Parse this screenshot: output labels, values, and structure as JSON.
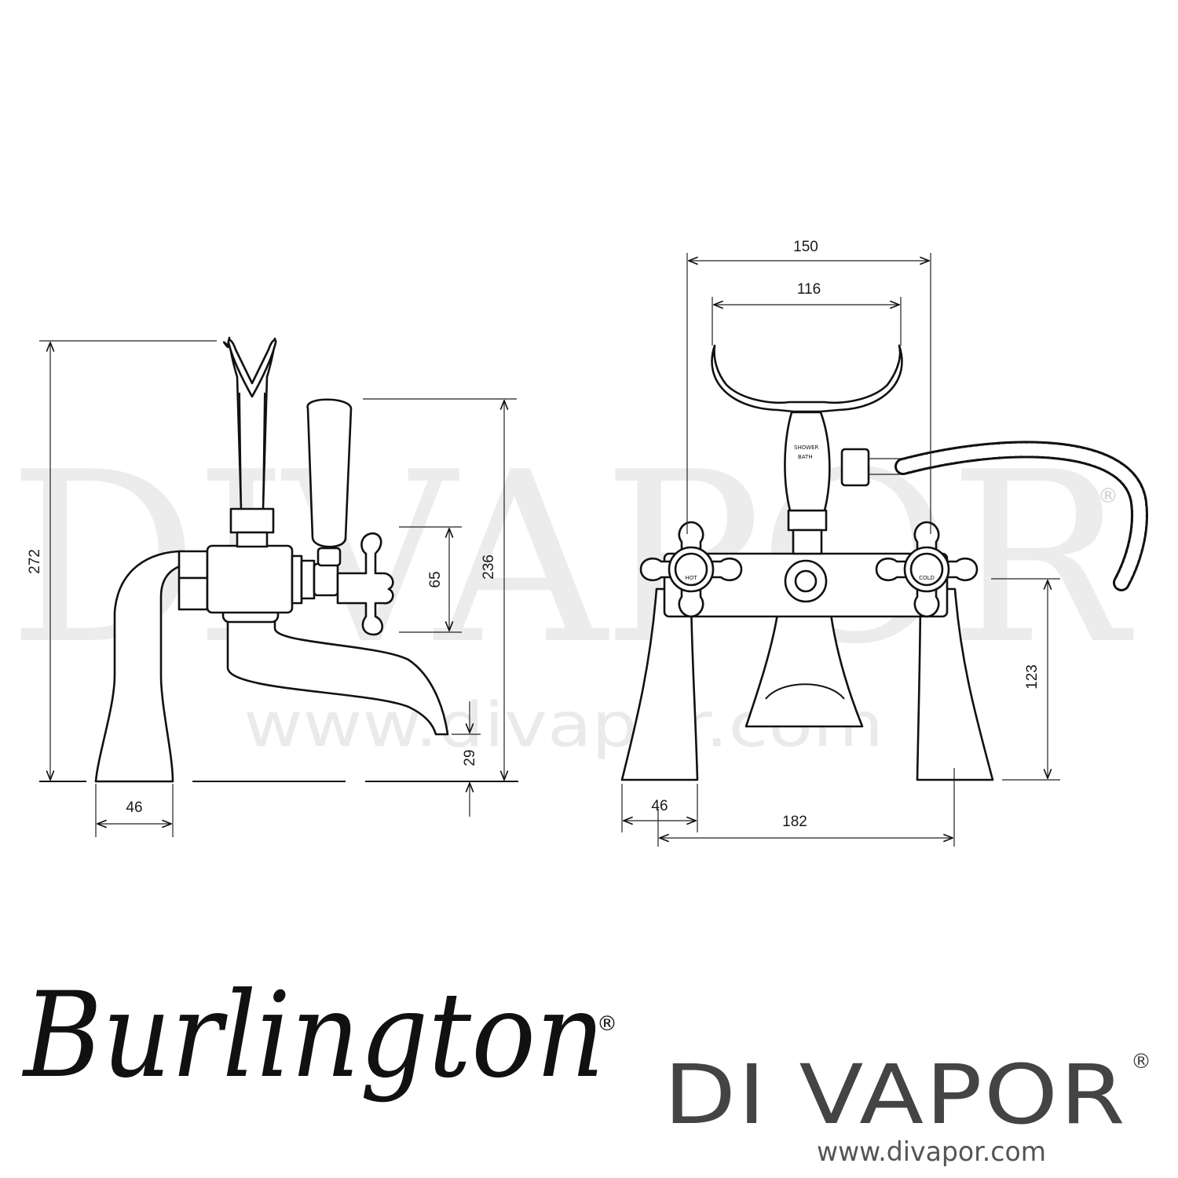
{
  "watermark": {
    "big": "DIVAPOR",
    "registered": "®",
    "url": "www.divapor.com"
  },
  "side_view": {
    "dimensions": {
      "overall_height": "272",
      "spout_to_handle_height": "236",
      "handle_span": "65",
      "spout_clearance": "29",
      "base_width": "46"
    }
  },
  "front_view": {
    "dimensions": {
      "outer_width": "150",
      "cradle_width": "116",
      "pillar_height": "123",
      "base_width": "46",
      "centres": "182"
    },
    "labels": {
      "diverter_top": "SHOWER",
      "diverter_bottom": "BATH",
      "hot_cap": "HOT",
      "cold_cap": "COLD"
    }
  },
  "brands": {
    "burlington": "Burlington",
    "burlington_mark": "®",
    "divapor": "DI VAPOR",
    "divapor_mark": "®",
    "divapor_url": "www.divapor.com"
  },
  "colors": {
    "line": "#111111",
    "watermark": "#e9e9e9",
    "brand_gray": "#444444"
  }
}
